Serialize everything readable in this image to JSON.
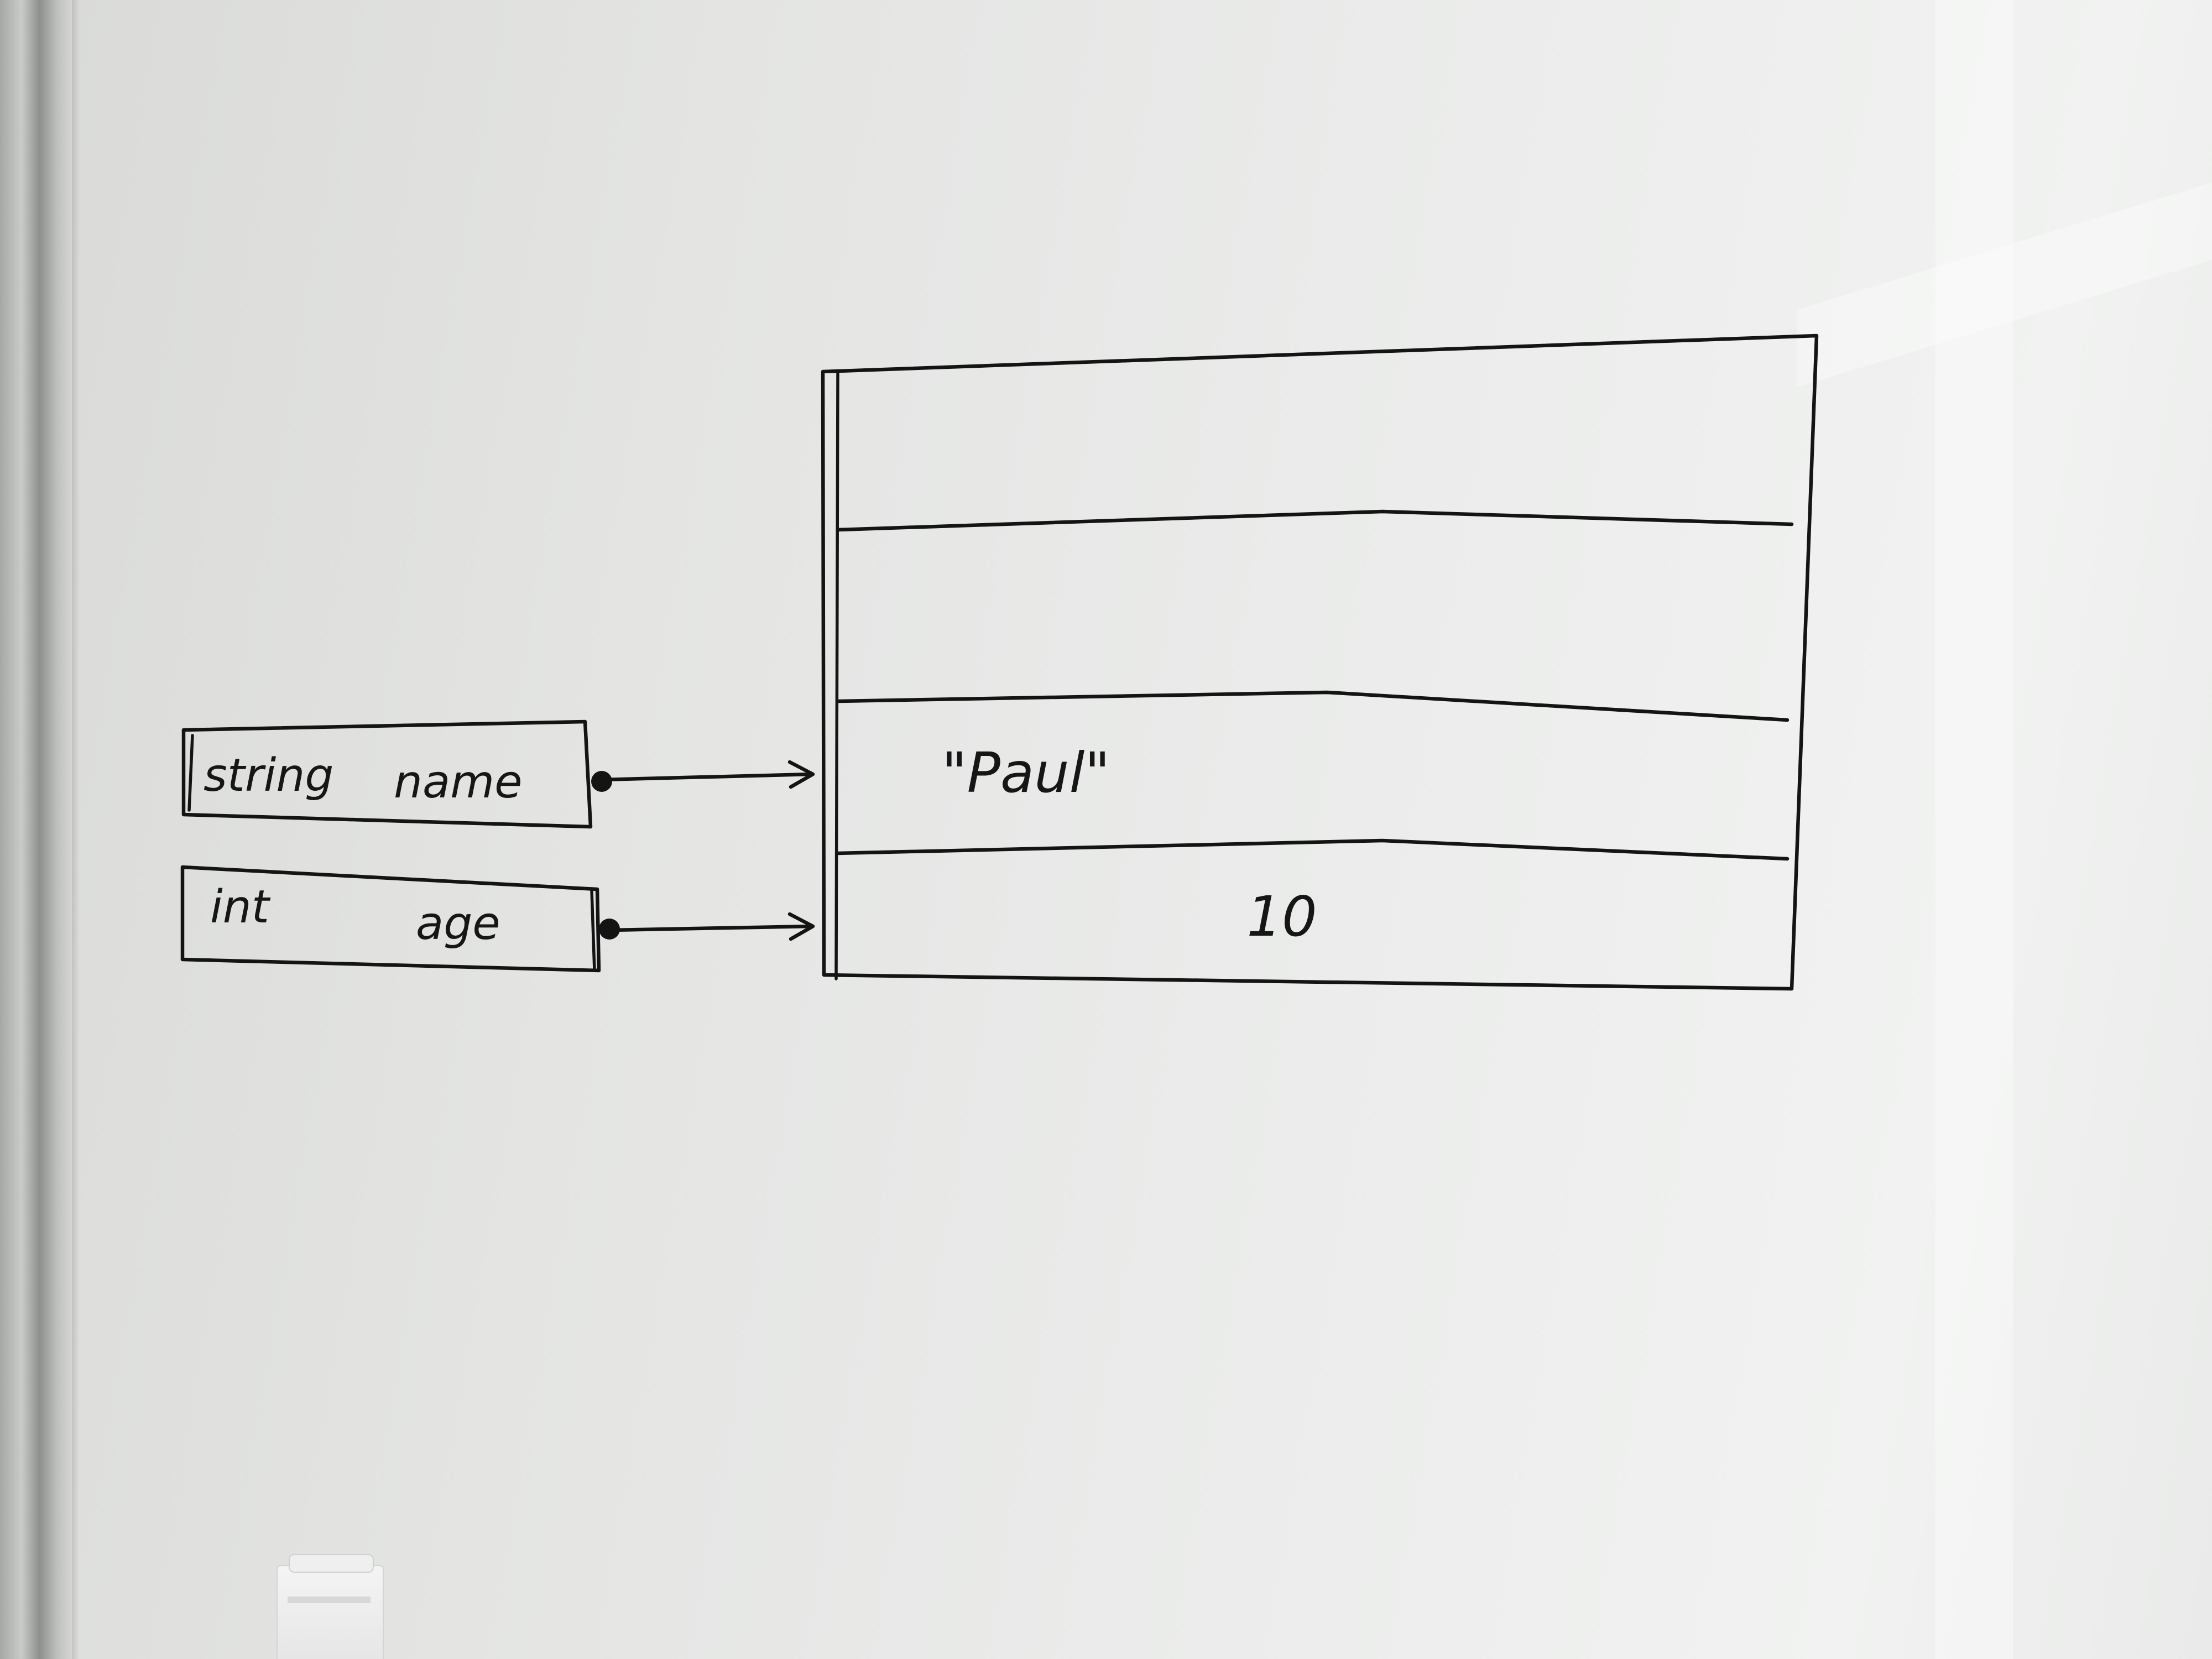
{
  "variables": [
    {
      "type": "string",
      "name": "name"
    },
    {
      "type": "int",
      "name": "age"
    }
  ],
  "memory": {
    "cells": [
      "",
      "",
      "\"Paul\"",
      "10"
    ]
  }
}
